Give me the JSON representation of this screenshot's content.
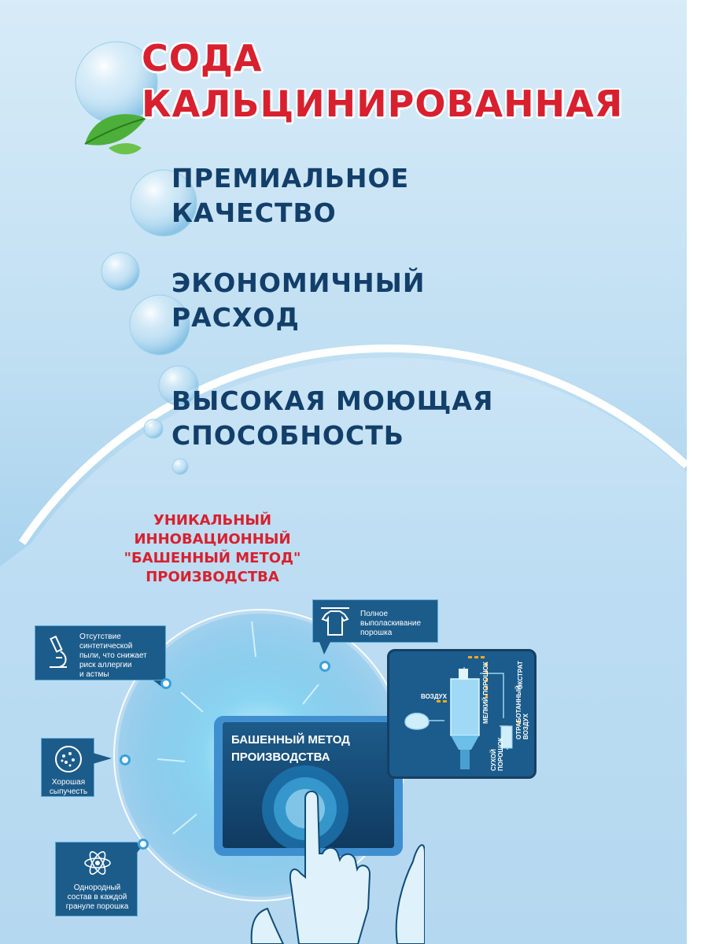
{
  "title": {
    "line1": "СОДА",
    "line2": "КАЛЬЦИНИРОВАННАЯ"
  },
  "benefits": [
    {
      "line1": "ПРЕМИАЛЬНОЕ",
      "line2": "КАЧЕСТВО"
    },
    {
      "line1": "ЭКОНОМИЧНЫЙ",
      "line2": "РАСХОД"
    },
    {
      "line1": "ВЫСОКАЯ МОЮЩАЯ",
      "line2": "СПОСОБНОСТЬ"
    }
  ],
  "method_caption": {
    "line1": "УНИКАЛЬНЫЙ",
    "line2": "ИННОВАЦИОННЫЙ",
    "line3": "\"БАШЕННЫЙ МЕТОД\"",
    "line4": "ПРОИЗВОДСТВА"
  },
  "info_boxes": {
    "dust": "Отсутствие\nсинтетической\nпыли, что снижает\nриск аллергии\nи астмы",
    "rinse": "Полное\nвыполаскивание\nпорошка",
    "flow": "Хорошая\nсыпучесть",
    "uniform": "Однородный\nсостав в каждой\nгрануле порошка"
  },
  "tablet_label": "БАШЕННЫЙ МЕТОД\nПРОИЗВОДСТВА",
  "diagram_labels": {
    "air": "ВОЗДУХ",
    "fine_powder": "МЕЛКИЙ ПОРОШОК",
    "extract": "ЭКСТРАТ",
    "exhaust_air": "ОТРАБОТАННЫЙ ВОЗДУХ",
    "dry_powder": "СУХОЙ ПОРОШОК"
  },
  "colors": {
    "title_red": "#d8202f",
    "benefit_navy": "#123f6a",
    "box_blue": "#1c5c8a",
    "background_blue": "#a9d3ee"
  },
  "icons": {
    "dust": "microscope-icon",
    "rinse": "tshirt-icon",
    "flow": "granules-icon",
    "uniform": "atom-icon"
  }
}
